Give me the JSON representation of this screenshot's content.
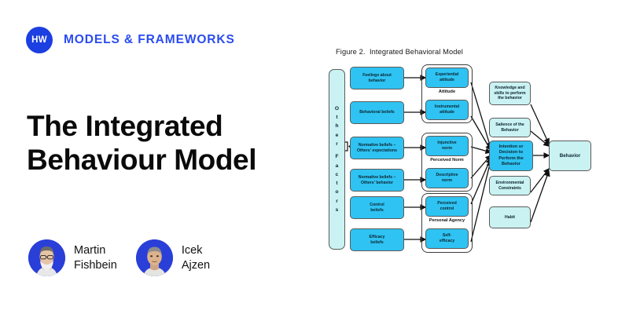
{
  "brand": {
    "logo_text": "HW",
    "logo_name": "hw-logo-icon",
    "category": "MODELS & FRAMEWORKS",
    "accent_color": "#2A4BEF",
    "logo_color": "#1B3FE0"
  },
  "headline": "The Integrated\nBehaviour Model",
  "authors": [
    {
      "name": "Martin\nFishbein",
      "avatar_name": "avatar-martin-fishbein"
    },
    {
      "name": "Icek\nAjzen",
      "avatar_name": "avatar-icek-ajzen"
    }
  ],
  "figure": {
    "title": "Figure 2.  Integrated Behavioral Model",
    "colors": {
      "bright_node": "#2EC3F2",
      "pale_node": "#CAF2F2",
      "border": "#5a5a5a",
      "arrow": "#101010"
    },
    "other_factors_label": [
      "O",
      "t",
      "h",
      "e",
      "r",
      "",
      "F",
      "a",
      "c",
      "t",
      "o",
      "r",
      "s"
    ],
    "belief_nodes": [
      {
        "id": "feelings-about-behavior",
        "label": "Feelings about\nbehavior"
      },
      {
        "id": "behavioral-beliefs",
        "label": "Behavioral beliefs"
      },
      {
        "id": "normative-beliefs-expectations",
        "label": "Normative beliefs –\nOthers' expectations"
      },
      {
        "id": "normative-beliefs-behavior",
        "label": "Normative beliefs –\nOthers' behavior"
      },
      {
        "id": "control-beliefs",
        "label": "Control\nbeliefs"
      },
      {
        "id": "efficacy-beliefs",
        "label": "Efficacy\nbeliefs"
      }
    ],
    "construct_groups": [
      {
        "id": "attitude",
        "group_label": "Attitude",
        "nodes": [
          {
            "id": "experiential-attitude",
            "label": "Experiential\nattitude"
          },
          {
            "id": "instrumental-attitude",
            "label": "Instrumental\nattitude"
          }
        ]
      },
      {
        "id": "perceived-norm",
        "group_label": "Perceived Norm",
        "nodes": [
          {
            "id": "injunctive-norm",
            "label": "Injunctive\nnorm"
          },
          {
            "id": "descriptive-norm",
            "label": "Descriptive\nnorm"
          }
        ]
      },
      {
        "id": "personal-agency",
        "group_label": "Personal Agency",
        "nodes": [
          {
            "id": "perceived-control",
            "label": "Perceived\ncontrol"
          },
          {
            "id": "self-efficacy",
            "label": "Self-\nefficacy"
          }
        ]
      }
    ],
    "moderator_nodes": [
      {
        "id": "knowledge-skills",
        "label": "Knowledge and\nskills to perform\nthe behavior"
      },
      {
        "id": "salience-of-behavior",
        "label": "Salience of the\nBehavior"
      },
      {
        "id": "environmental-constraints",
        "label": "Environmental\nConstraints"
      },
      {
        "id": "habit",
        "label": "Habit"
      }
    ],
    "intention_node": {
      "id": "intention",
      "label": "Intention or\nDecision to\nPerform the\nBehavior"
    },
    "behavior_node": {
      "id": "behavior",
      "label": "Behavior"
    }
  }
}
